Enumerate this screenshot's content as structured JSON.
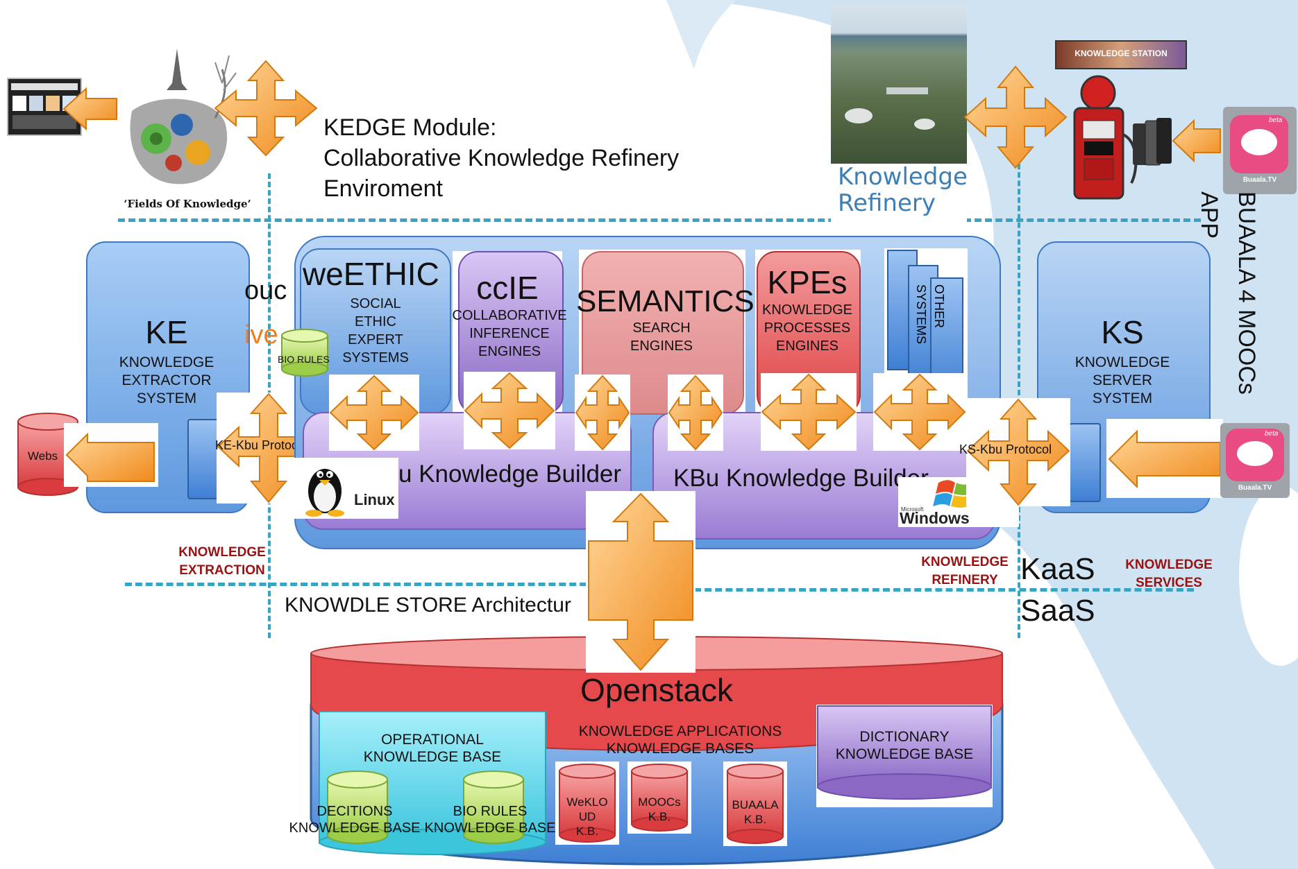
{
  "top": {
    "kedge_line1": "KEDGE Module:",
    "kedge_line2": "Collaborative Knowledge Refinery",
    "kedge_line3": "Enviroment",
    "fields_caption": "‘Fields Of Knowledge’",
    "refinery_line1": "Knowledge",
    "refinery_line2": "Refinery",
    "station_banner": "KNOWLEDGE STATION",
    "buaala_vertical": "BUAALA 4 MOOCs",
    "app_vertical": "APP",
    "buaala_tv": "Buaala.TV",
    "beta": "beta"
  },
  "ke": {
    "title": "KE",
    "sub1": "KNOWLEDGE",
    "sub2": "EXTRACTOR",
    "sub3": "SYSTEM",
    "webs": "Webs",
    "protocol": "KE-Kbu Protocol",
    "bio_rules": "BIO RULES",
    "hidden_fragment1": "ouc",
    "hidden_fragment2": "ive"
  },
  "modules": {
    "weethic_title": "weETHIC",
    "weethic_l1": "SOCIAL",
    "weethic_l2": "ETHIC",
    "weethic_l3": "EXPERT",
    "weethic_l4": "SYSTEMS",
    "ccie_title": "ccIE",
    "ccie_l1": "COLLABORATIVE",
    "ccie_l2": "INFERENCE",
    "ccie_l3": "ENGINES",
    "sem_title": "SEMANTICS",
    "sem_l1": "SEARCH",
    "sem_l2": "ENGINES",
    "kpe_title": "KPEs",
    "kpe_l1": "KNOWLEDGE",
    "kpe_l2": "PROCESSES",
    "kpe_l3": "ENGINES",
    "other_l1": "OTHER",
    "other_l2": "SYSTEMS"
  },
  "kbu": {
    "left": "u Knowledge Builder",
    "right": "KBu Knowledge Builder",
    "linux": "Linux",
    "windows_ms": "Microsoft",
    "windows": "Windows"
  },
  "ks": {
    "title": "KS",
    "sub1": "KNOWLEDGE",
    "sub2": "SERVER",
    "sub3": "SYSTEM",
    "protocol": "KS-Kbu Protocol"
  },
  "section_labels": {
    "extraction_l1": "KNOWLEDGE",
    "extraction_l2": "EXTRACTION",
    "refinery_l1": "KNOWLEDGE",
    "refinery_l2": "REFINERY",
    "services_l1": "KNOWLEDGE",
    "services_l2": "SERVICES",
    "kaas": "KaaS",
    "saas": "SaaS",
    "store_arch": "KNOWDLE STORE Architectur"
  },
  "store": {
    "openstack": "Openstack",
    "op_l1": "OPERATIONAL",
    "op_l2": "KNOWLEDGE BASE",
    "apps_l1": "KNOWLEDGE APPLICATIONS",
    "apps_l2": "KNOWLEDGE BASES",
    "dict_l1": "DICTIONARY",
    "dict_l2": "KNOWLEDGE BASE",
    "decitions_l1": "DECITIONS",
    "decitions_l2": "KNOWLEDGE BASE",
    "bio_l1": "BIO RULES",
    "bio_l2": "KNOWLEDGE BASE",
    "weklo_l1": "WeKLO",
    "weklo_l2": "UD",
    "weklo_l3": "K.B.",
    "moocs_l1": "MOOCs",
    "moocs_l2": "K.B.",
    "buaala_l1": "BUAALA",
    "buaala_l2": "K.B."
  },
  "colors": {
    "blue_box": "#5b93dc",
    "purple": "#9b7fd0",
    "salmon": "#e8898a",
    "red": "#e8474a",
    "orange_arrow": "#f5a030",
    "dash": "#39a3c4",
    "dark_red_label": "#9b1111",
    "green_cyl": "#bde36d",
    "cyan": "#5fd7e8"
  }
}
